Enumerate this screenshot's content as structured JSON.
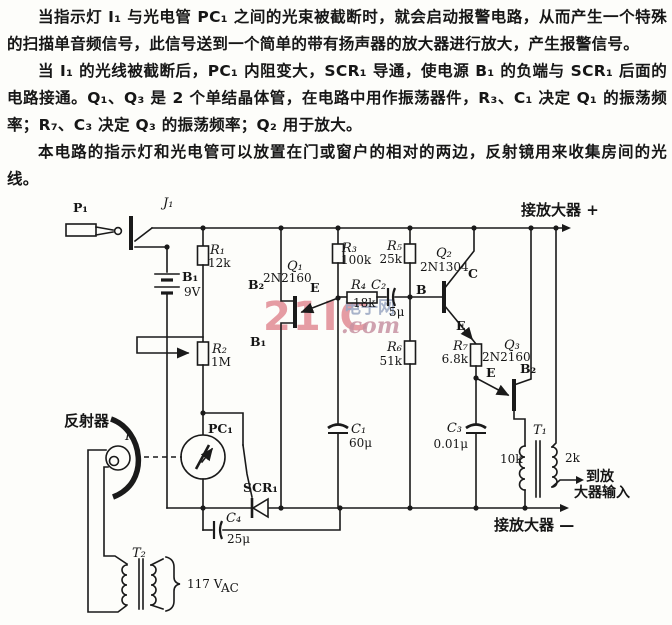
{
  "doc": {
    "p1": "当指示灯 I₁ 与光电管 PC₁ 之间的光束被截断时，就会启动报警电路，从而产生一个特殊的扫描单音频信号，此信号送到一个简单的带有扬声器的放大器进行放大，产生报警信号。",
    "p2": "当 I₁ 的光线被截断后，PC₁ 内阻变大，SCR₁ 导通，使电源 B₁ 的负端与 SCR₁ 后面的电路接通。Q₁、Q₃ 是 2 个单结晶体管，在电路中用作振荡器件，R₃、C₁ 决定 Q₁ 的振荡频率；R₇、C₃ 决定 Q₃ 的振荡频率；Q₂ 用于放大。",
    "p3": "本电路的指示灯和光电管可以放置在门或窗户的相对的两边，反射镜用来收集房间的光线。"
  },
  "watermark": {
    "brand": "21IC",
    "cn": "电子网",
    "com": ".com"
  },
  "labels": {
    "p1": "P₁",
    "j1": "J₁",
    "b1": "B₁",
    "b1_v": "9V",
    "r1": "R₁",
    "r1_v": "12k",
    "r2": "R₂",
    "r2_v": "1M",
    "reflector": "反射器",
    "i1": "I₁",
    "pc1": "PC₁",
    "scr1": "SCR₁",
    "c4": "C₄",
    "c4_v": "25μ",
    "t2": "T₂",
    "t2_v": "117 V",
    "t2_sub": "AC",
    "q1": "Q₁",
    "q1_t": "2N2160",
    "q1_b2": "B₂",
    "q1_b1": "B₁",
    "q1_e": "E",
    "r3": "R₃",
    "r3_v": "100k",
    "r4": "R₄",
    "r4_v": "18k",
    "c2": "C₂",
    "c2_v": "5μ",
    "c1": "C₁",
    "c1_v": "60μ",
    "r5": "R₅",
    "r5_v": "25k",
    "r6": "R₆",
    "r6_v": "51k",
    "q2": "Q₂",
    "q2_t": "2N1304",
    "q2_b": "B",
    "q2_c": "C",
    "q2_e": "E",
    "r7": "R₇",
    "r7_v": "6.8k",
    "q3": "Q₃",
    "q3_t": "2N2160",
    "q3_e": "E",
    "q3_b2": "B₂",
    "c3": "C₃",
    "c3_v": "0.01μ",
    "t1": "T₁",
    "t1_p": "10k",
    "t1_s": "2k",
    "amp_plus": "接放大器 +",
    "amp_minus": "接放大器 —",
    "amp_in1": "到放",
    "amp_in2": "大器输入"
  },
  "colors": {
    "ink": "#1a1a1a",
    "paper": "#fdfdfa",
    "wm_pink": "#e0848e",
    "wm_gray": "#9aa7c2"
  }
}
